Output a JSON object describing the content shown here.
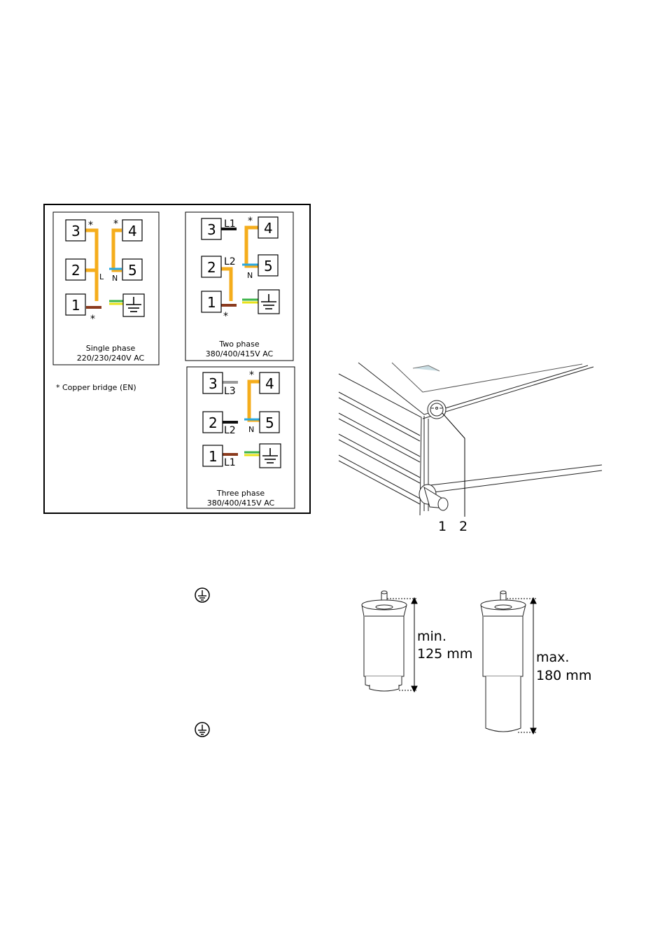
{
  "colors": {
    "wire_orange": "#f5ad1c",
    "wire_blue": "#28a9e0",
    "wire_brown": "#8b3a1d",
    "wire_black": "#111111",
    "wire_grey": "#9a9a9a",
    "wire_green": "#3cb34a",
    "wire_yellow": "#e8e21a",
    "frame": "#000000"
  },
  "wiring": {
    "footnote": "* Copper bridge (EN)",
    "single_phase": {
      "title": "Single phase",
      "voltage": "220/230/240V AC",
      "terminals": [
        "1",
        "2",
        "3",
        "4",
        "5"
      ],
      "line_label": "L",
      "neutral_label": "N",
      "star": "*"
    },
    "two_phase": {
      "title": "Two phase",
      "voltage": "380/400/415V AC",
      "terminals": [
        "1",
        "2",
        "3",
        "4",
        "5"
      ],
      "l1": "L1",
      "l2": "L2",
      "neutral_label": "N",
      "star": "*"
    },
    "three_phase": {
      "title": "Three phase",
      "voltage": "380/400/415V AC",
      "terminals": [
        "1",
        "2",
        "3",
        "4",
        "5"
      ],
      "l1": "L1",
      "l2": "L2",
      "l3": "L3",
      "neutral_label": "N",
      "star": "*"
    }
  },
  "device": {
    "callout_1": "1",
    "callout_2": "2"
  },
  "feet": {
    "min_label": "min.",
    "min_value": "125 mm",
    "max_label": "max.",
    "max_value": "180 mm"
  },
  "icons": [
    "earth-ground-icon",
    "protective-earth-symbol-icon"
  ]
}
